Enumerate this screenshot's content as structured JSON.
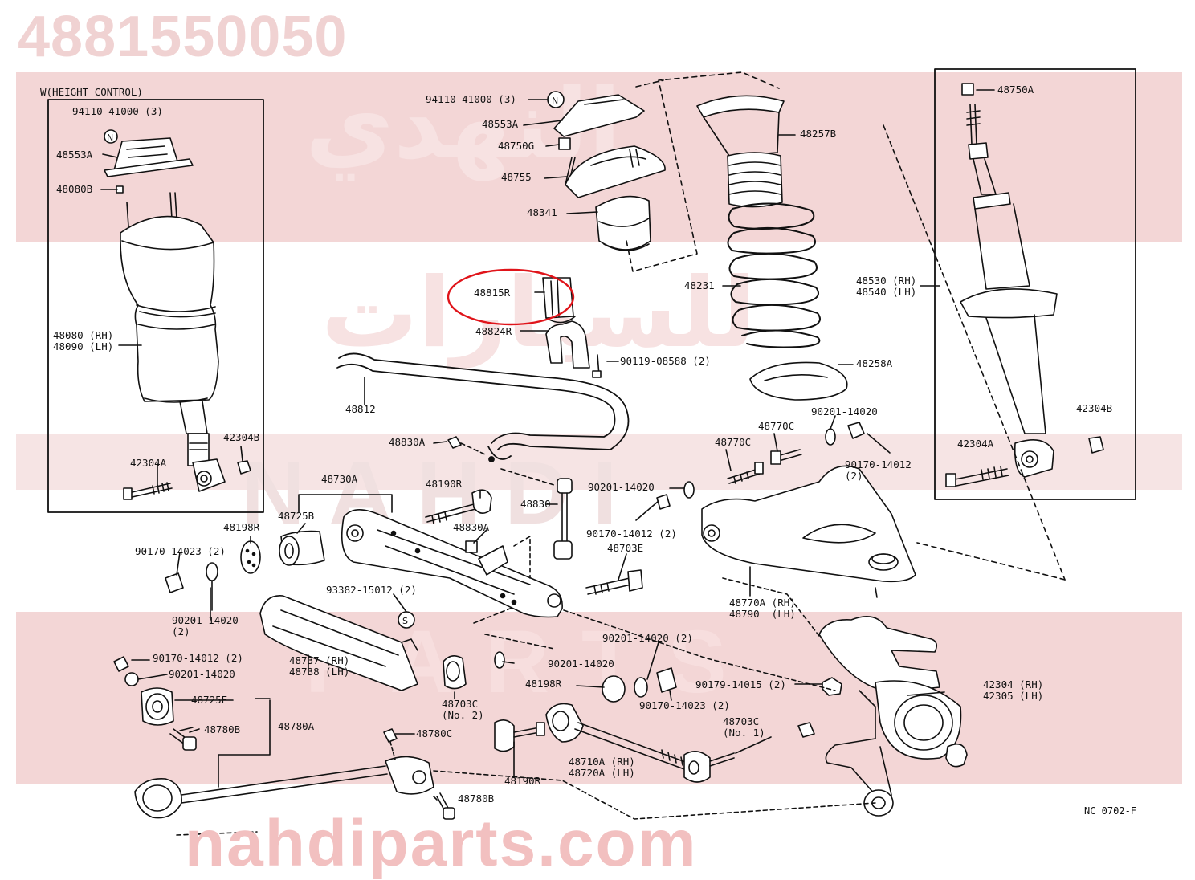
{
  "header": {
    "part_number": "4881550050"
  },
  "watermark": {
    "site": "nahdiparts.com",
    "middle": "NAHDI",
    "lower": "PARTS",
    "arabic_top": "النهدي",
    "arabic_mid": "للسيارات"
  },
  "inset_left_title": "W(HEIGHT CONTROL)",
  "diagram_code": "NC  0702-F",
  "highlight": {
    "part": "48815R",
    "color": "#e0141a"
  },
  "labels": [
    {
      "id": "l1",
      "text": "94110-41000 (3)"
    },
    {
      "id": "l2",
      "text": "48553A"
    },
    {
      "id": "l3",
      "text": "48080B"
    },
    {
      "id": "l4",
      "text": "48080 (RH)\n48090 (LH)"
    },
    {
      "id": "l5",
      "text": "42304B"
    },
    {
      "id": "l6",
      "text": "42304A"
    },
    {
      "id": "l7",
      "text": "94110-41000 (3)"
    },
    {
      "id": "l8",
      "text": "48553A"
    },
    {
      "id": "l9",
      "text": "48750G"
    },
    {
      "id": "l10",
      "text": "48755"
    },
    {
      "id": "l11",
      "text": "48341"
    },
    {
      "id": "l12",
      "text": "48257B"
    },
    {
      "id": "l13",
      "text": "48231"
    },
    {
      "id": "l14",
      "text": "48258A"
    },
    {
      "id": "l15",
      "text": "48750A"
    },
    {
      "id": "l16",
      "text": "48530 (RH)\n48540 (LH)"
    },
    {
      "id": "l17",
      "text": "42304B"
    },
    {
      "id": "l18",
      "text": "42304A"
    },
    {
      "id": "l19",
      "text": "48815R"
    },
    {
      "id": "l20",
      "text": "48824R"
    },
    {
      "id": "l21",
      "text": "90119-08588 (2)"
    },
    {
      "id": "l22",
      "text": "48812"
    },
    {
      "id": "l23",
      "text": "48830A"
    },
    {
      "id": "l24",
      "text": "48730A"
    },
    {
      "id": "l25",
      "text": "48190R"
    },
    {
      "id": "l26",
      "text": "48725B"
    },
    {
      "id": "l27",
      "text": "48198R"
    },
    {
      "id": "l28",
      "text": "48830A"
    },
    {
      "id": "l29",
      "text": "48830"
    },
    {
      "id": "l30",
      "text": "90170-14023 (2)"
    },
    {
      "id": "l31",
      "text": "48770C"
    },
    {
      "id": "l32",
      "text": "48770C"
    },
    {
      "id": "l33",
      "text": "90201-14020"
    },
    {
      "id": "l34",
      "text": "90170-14012\n(2)"
    },
    {
      "id": "l35",
      "text": "90201-14020"
    },
    {
      "id": "l36",
      "text": "90170-14012 (2)"
    },
    {
      "id": "l37",
      "text": "48703E"
    },
    {
      "id": "l38",
      "text": "93382-15012 (2)"
    },
    {
      "id": "l39",
      "text": "90201-14020\n(2)"
    },
    {
      "id": "l40",
      "text": "48770A (RH)\n48790  (LH)"
    },
    {
      "id": "l41",
      "text": "90201-14020 (2)"
    },
    {
      "id": "l42",
      "text": "90170-14012 (2)"
    },
    {
      "id": "l43",
      "text": "90201-14020"
    },
    {
      "id": "l44",
      "text": "48737 (RH)\n48738 (LH)"
    },
    {
      "id": "l45",
      "text": "90201-14020"
    },
    {
      "id": "l46",
      "text": "48198R"
    },
    {
      "id": "l47",
      "text": "90179-14015 (2)"
    },
    {
      "id": "l48",
      "text": "42304 (RH)\n42305 (LH)"
    },
    {
      "id": "l49",
      "text": "48725E"
    },
    {
      "id": "l50",
      "text": "48703C\n(No. 2)"
    },
    {
      "id": "l51",
      "text": "90170-14023 (2)"
    },
    {
      "id": "l52",
      "text": "48780B"
    },
    {
      "id": "l53",
      "text": "48780A"
    },
    {
      "id": "l54",
      "text": "48780C"
    },
    {
      "id": "l55",
      "text": "48703C\n(No. 1)"
    },
    {
      "id": "l56",
      "text": "48710A (RH)\n48720A (LH)"
    },
    {
      "id": "l57",
      "text": "48190R"
    },
    {
      "id": "l58",
      "text": "48780B"
    }
  ]
}
